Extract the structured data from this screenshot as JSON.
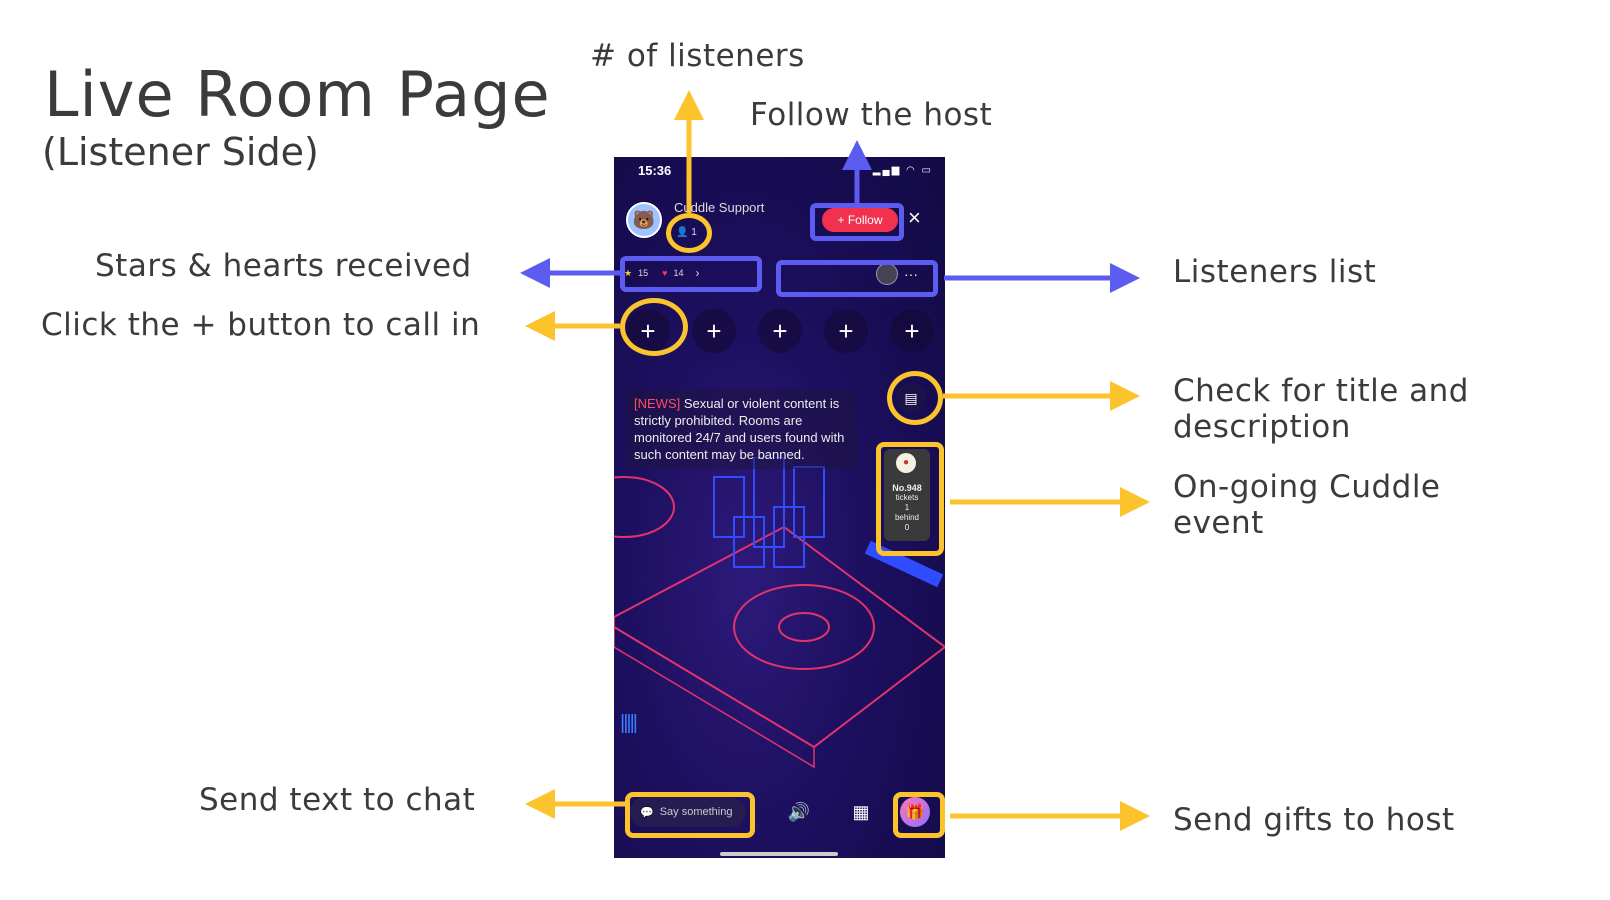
{
  "slide": {
    "title": "Live Room Page",
    "subtitle": "(Listener Side)"
  },
  "annotations": {
    "listeners_count": "# of listeners",
    "follow": "Follow the host",
    "stars_hearts": "Stars & hearts received",
    "call_in": "Click the + button to call in",
    "listeners_list": "Listeners list",
    "title_desc": "Check for title and description",
    "event": "On-going Cuddle event",
    "chat": "Send text to chat",
    "gifts": "Send gifts to host"
  },
  "colors": {
    "yellow": "#fbc42c",
    "blue": "#5d5cf0",
    "follow": "#f0324f"
  },
  "phone": {
    "time": "15:36",
    "host_name": "Cuddle Support",
    "listener_count": "1",
    "follow_label": "+ Follow",
    "close_icon": "×",
    "stars": "15",
    "hearts": "14",
    "seat_label": "+",
    "news_tag": "[NEWS]",
    "news_text": " Sexual or violent content is strictly prohibited. Rooms are monitored 24/7 and users found with such content may be banned.",
    "event": {
      "number": "No.948",
      "tickets_label": "tickets",
      "tickets": "1",
      "behind_label": "behind",
      "behind": "0"
    },
    "chat_placeholder": "Say something"
  }
}
